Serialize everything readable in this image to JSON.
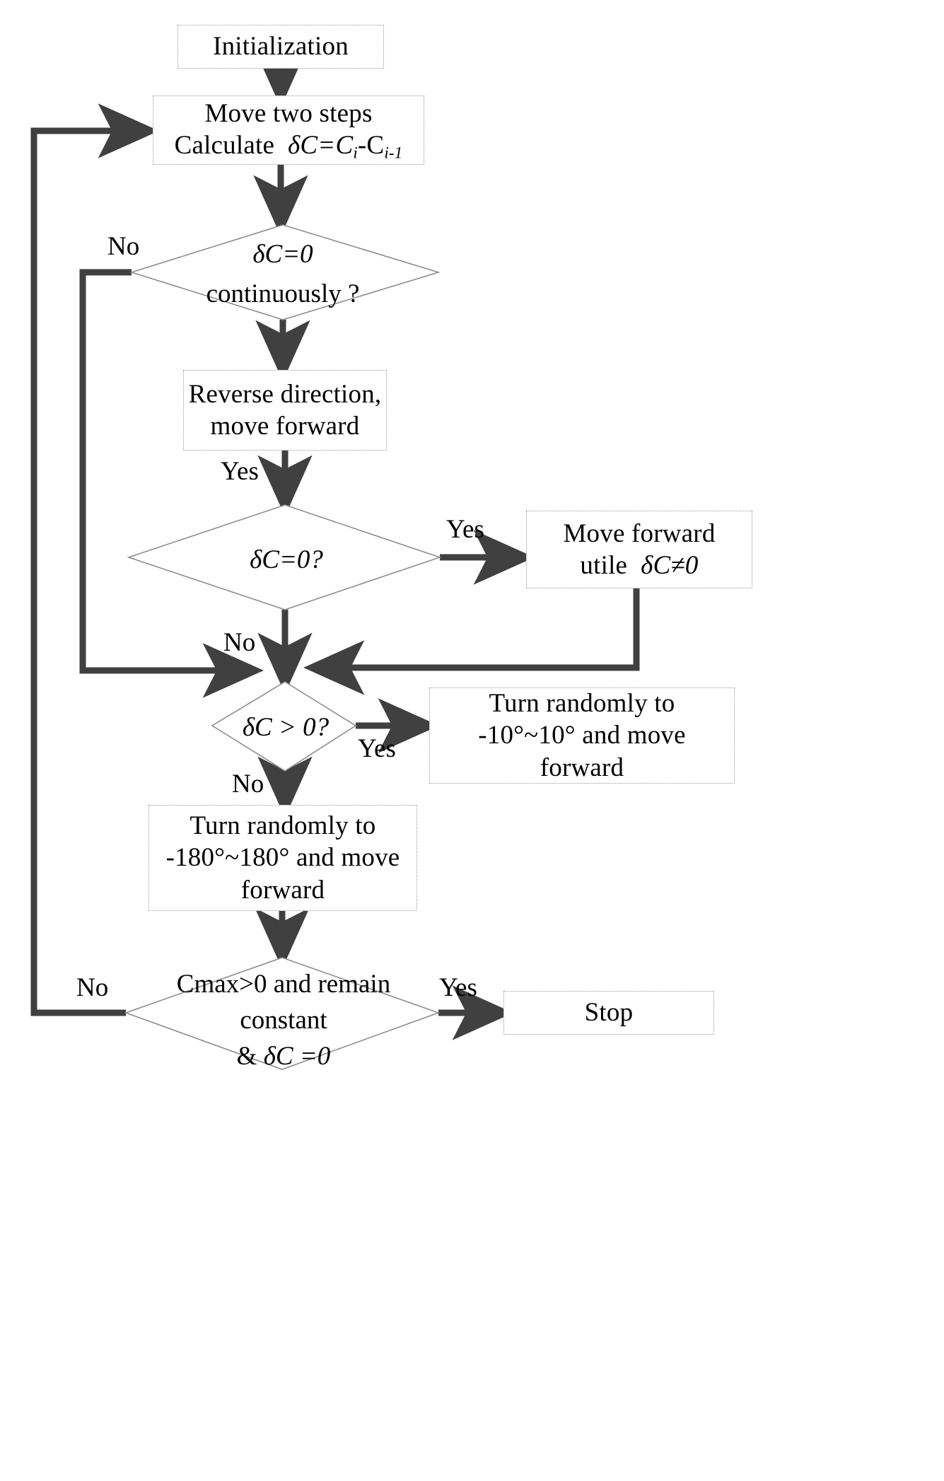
{
  "diagram": {
    "title": "Random-walk search algorithm flowchart",
    "type": "flowchart",
    "colors": {
      "stroke": "#404040",
      "box_border": "#9a9a9a",
      "diamond_border": "#8d8d8d",
      "background": "#ffffff",
      "text": "#000000"
    },
    "nodes": [
      {
        "id": "init",
        "shape": "process",
        "text": "Initialization"
      },
      {
        "id": "move2",
        "shape": "process",
        "line1": "Move two steps",
        "line2_pre": "Calculate",
        "line2_math": "δC=C",
        "line2_sub1": "i",
        "line2_mid": "-C",
        "line2_sub2": "i-1"
      },
      {
        "id": "dc0cont",
        "shape": "decision",
        "line1": "δC=0",
        "line2": "continuously ?"
      },
      {
        "id": "reverse",
        "shape": "process",
        "line1": "Reverse direction,",
        "line2": "move forward"
      },
      {
        "id": "dc0",
        "shape": "decision",
        "line1": "δC=0?"
      },
      {
        "id": "moveuntil",
        "shape": "process",
        "line1": "Move forward",
        "line2_pre": "utile",
        "line2_math": "δC≠0"
      },
      {
        "id": "dcgt0",
        "shape": "decision",
        "line1": "δC > 0?"
      },
      {
        "id": "turn10",
        "shape": "process",
        "line1": "Turn randomly to",
        "line2": "-10°~10° and move",
        "line3": "forward"
      },
      {
        "id": "turn180",
        "shape": "process",
        "line1": "Turn randomly to",
        "line2": "-180°~180° and move",
        "line3": "forward"
      },
      {
        "id": "cmax",
        "shape": "decision",
        "line1": "Cmax>0 and remain",
        "line2": "constant",
        "line3_pre": "&",
        "line3_math": "δC =0"
      },
      {
        "id": "stop",
        "shape": "terminal",
        "text": "Stop"
      }
    ],
    "edge_labels": {
      "no_dc0cont": "No",
      "yes_reverse": "Yes",
      "yes_dc0": "Yes",
      "no_dc0": "No",
      "yes_dcgt0": "Yes",
      "no_dcgt0": "No",
      "yes_cmax": "Yes",
      "no_cmax": "No"
    }
  }
}
